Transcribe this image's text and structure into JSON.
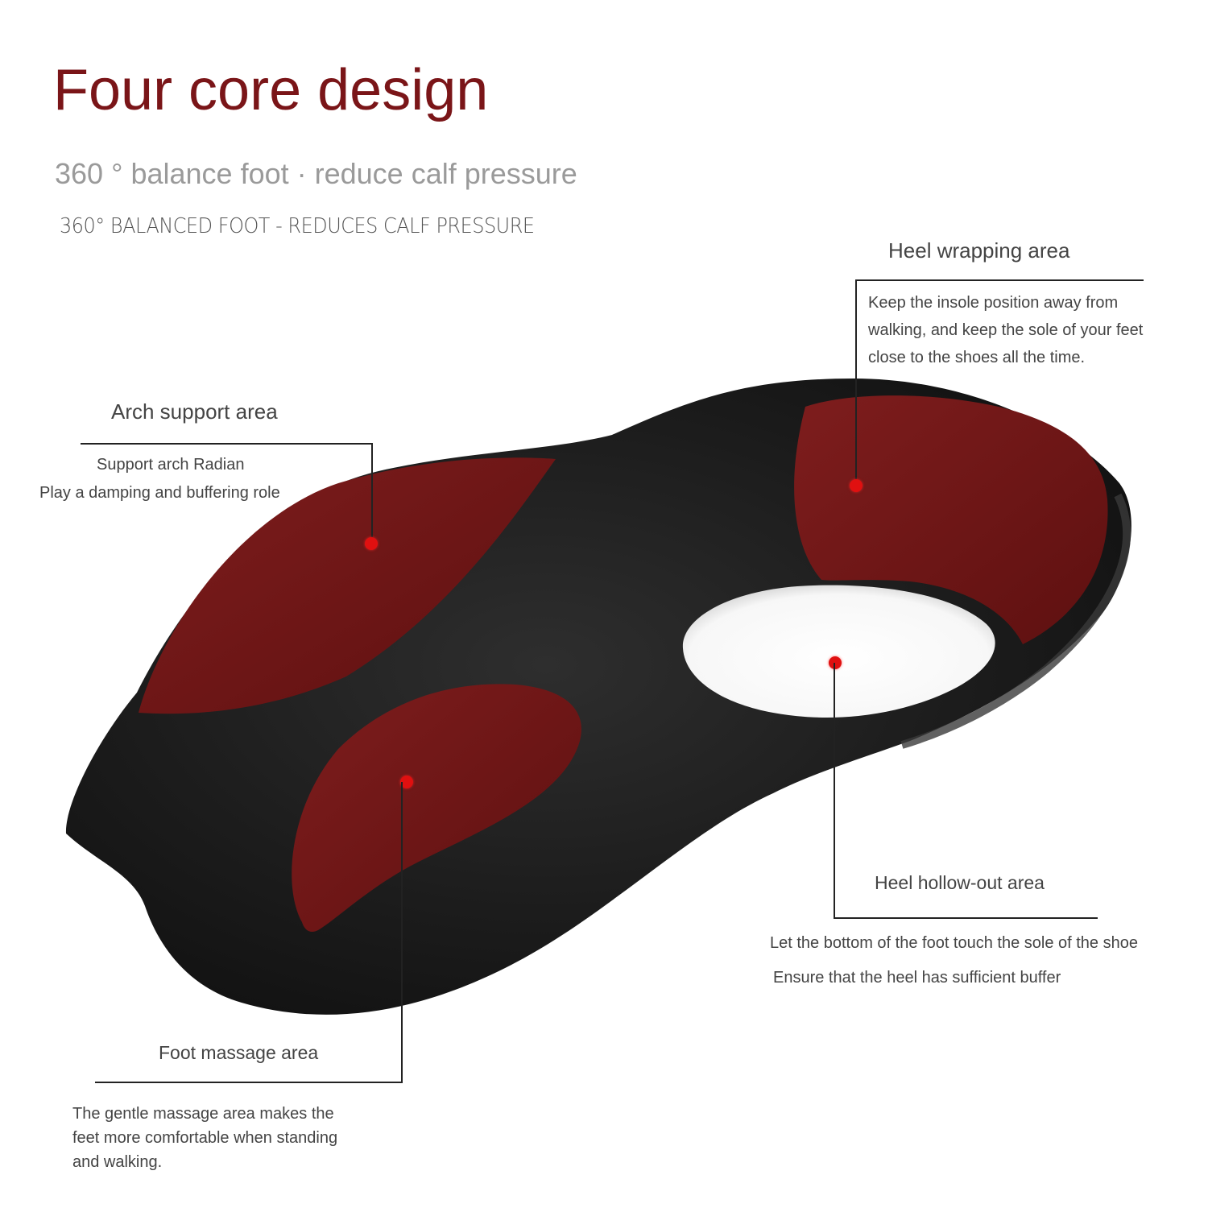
{
  "header": {
    "title": "Four core design",
    "subtitle": "360 ° balance foot · reduce calf pressure",
    "subtitle_en": "360° BALANCED FOOT - REDUCES CALF PRESSURE"
  },
  "colors": {
    "title": "#7a1518",
    "insole_black": "#1c1c1c",
    "insole_red": "#6e1515",
    "marker": "#e01010"
  },
  "callouts": {
    "heel_wrapping": {
      "title": "Heel wrapping area",
      "lines": [
        "Keep the insole position away from",
        "walking, and keep the sole of your feet",
        "close to the shoes all the time."
      ]
    },
    "arch_support": {
      "title": "Arch support area",
      "lines": [
        "Support arch Radian",
        "Play a damping and buffering role"
      ]
    },
    "heel_hollow": {
      "title": "Heel hollow-out area",
      "lines": [
        "Let the bottom of the foot touch the sole of the shoe",
        "Ensure that the heel has sufficient buffer"
      ]
    },
    "foot_massage": {
      "title": "Foot massage area",
      "lines": [
        "The gentle massage area makes the",
        "feet more comfortable when standing",
        "and walking."
      ]
    }
  }
}
